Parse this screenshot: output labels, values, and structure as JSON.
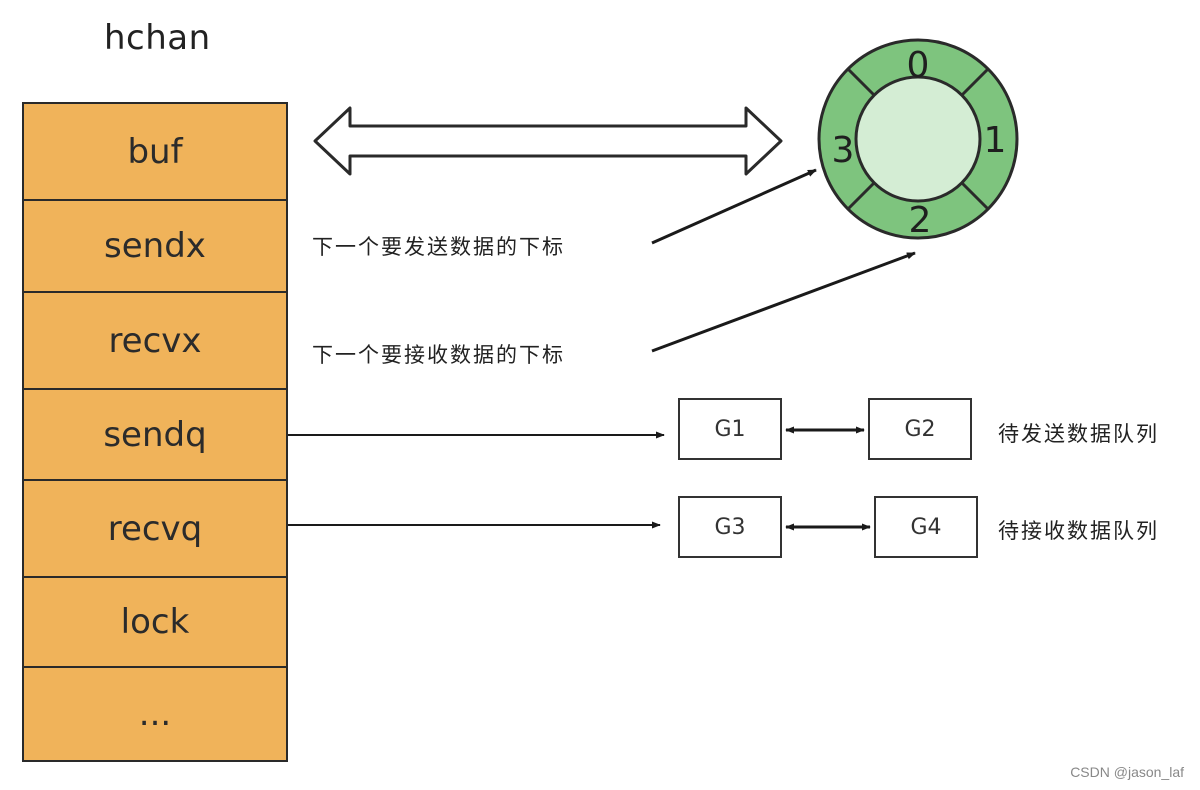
{
  "title": "hchan",
  "fields": [
    "buf",
    "sendx",
    "recvx",
    "sendq",
    "recvq",
    "lock",
    "..."
  ],
  "notes": {
    "sendx": "下一个要发送数据的下标",
    "recvx": "下一个要接收数据的下标"
  },
  "ring": {
    "slots": [
      "0",
      "1",
      "2",
      "3"
    ],
    "fill": "#7EC47E",
    "inner_fill": "#D4EDD4"
  },
  "send_queue": {
    "items": [
      "G1",
      "G2"
    ],
    "label": "待发送数据队列"
  },
  "recv_queue": {
    "items": [
      "G3",
      "G4"
    ],
    "label": "待接收数据队列"
  },
  "colors": {
    "struct_fill": "#F0B35A",
    "stroke": "#2a2a2a"
  },
  "watermark": "CSDN @jason_laf"
}
